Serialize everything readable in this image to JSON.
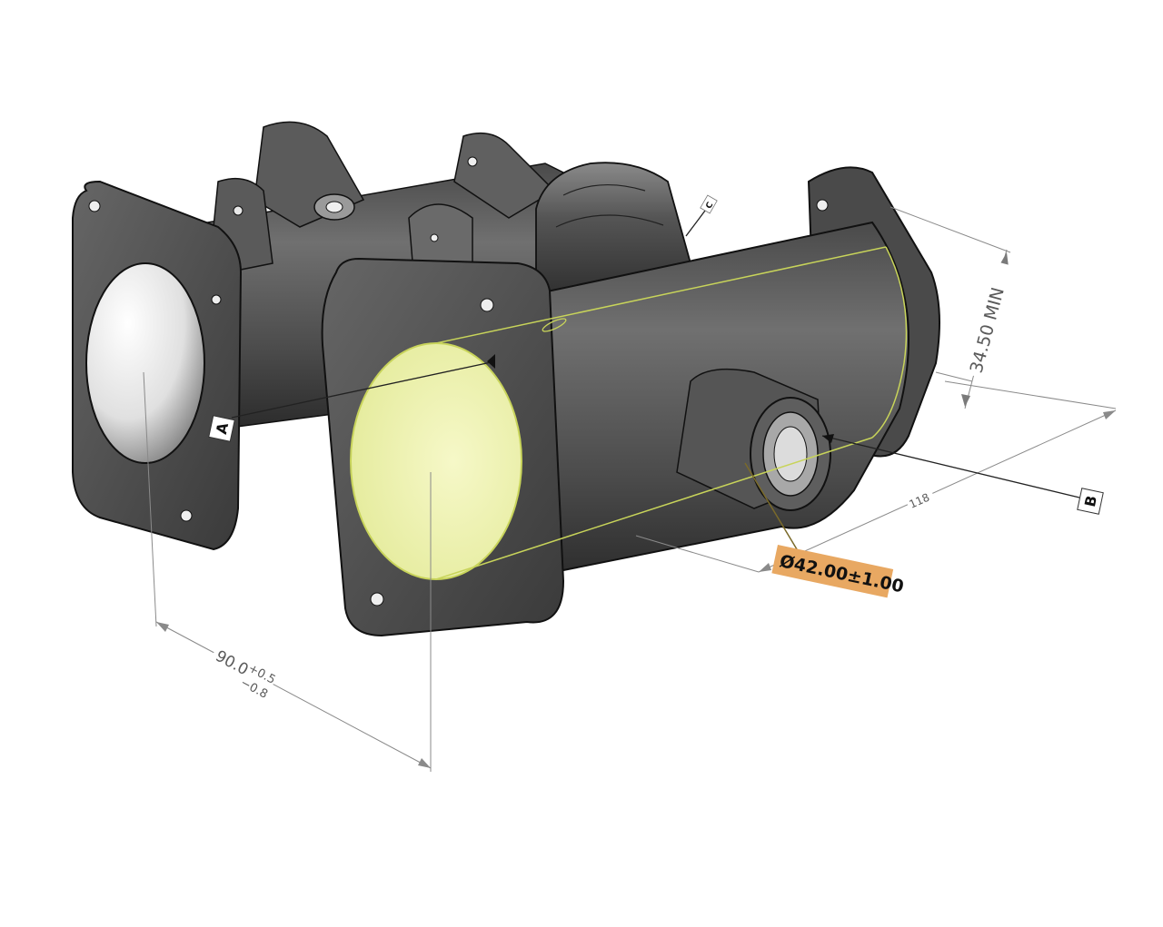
{
  "drawing": {
    "subject": "twin-throttle-body-casting",
    "datums": [
      {
        "id": "A",
        "label": "A"
      },
      {
        "id": "B",
        "label": "B"
      },
      {
        "id": "C",
        "label": "C"
      }
    ],
    "dimensions": {
      "width_main": {
        "value": "90.0",
        "upper_tol": "+0.5",
        "lower_tol": "−0.8"
      },
      "length": {
        "value": "118"
      },
      "height_min": {
        "value": "34.50 MIN"
      },
      "bore_diameter": {
        "value": "Ø42.00±1.00",
        "highlight_color": "#e8a862"
      }
    },
    "colors": {
      "bore_highlight": "#f1f5b0",
      "bore_outline": "#c8d45a",
      "body_dark": "#3a3a3a",
      "body_mid": "#6a6a6a",
      "dim_line": "#8a8a8a",
      "leader": "#222222",
      "callout_fill": "#e8a862"
    }
  }
}
